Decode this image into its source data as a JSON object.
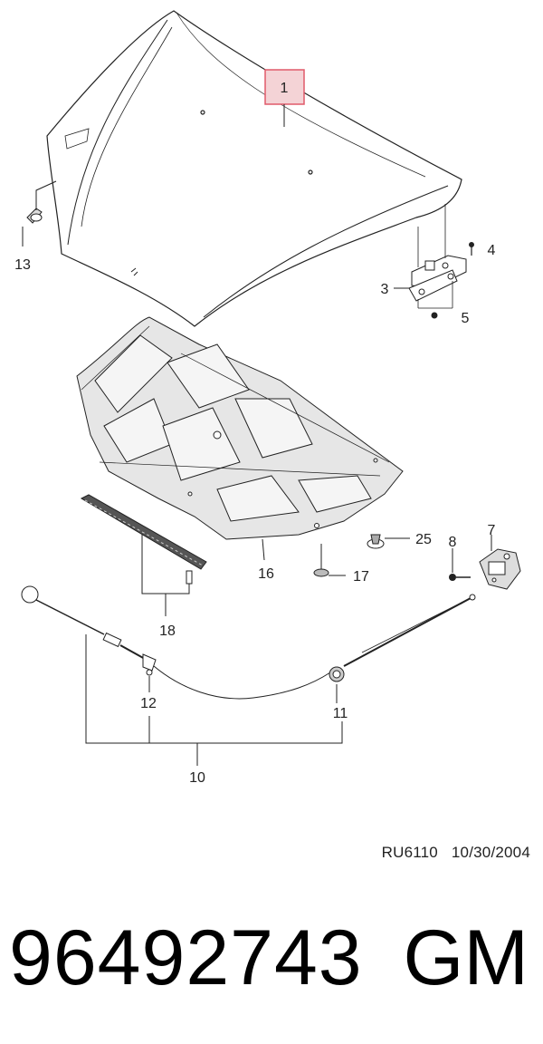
{
  "diagram": {
    "callouts": {
      "c1": "1",
      "c3": "3",
      "c4": "4",
      "c5": "5",
      "c7": "7",
      "c8": "8",
      "c10": "10",
      "c11": "11",
      "c12": "12",
      "c13": "13",
      "c16": "16",
      "c17": "17",
      "c18": "18",
      "c25": "25"
    },
    "highlight_color": "#e05a6a"
  },
  "reference": {
    "code": "RU6110",
    "date": "10/30/2004"
  },
  "part_number": "96492743",
  "brand": "GM"
}
